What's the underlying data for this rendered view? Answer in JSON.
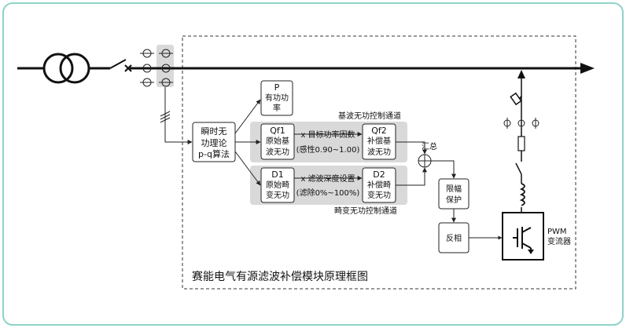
{
  "caption": "赛能电气有源滤波补偿模块原理框图",
  "blocks": {
    "pq": [
      "瞬时无",
      "功理论",
      "p-q算法"
    ],
    "p": [
      "P",
      "有功功",
      "率"
    ],
    "qf1": [
      "Qf1",
      "原始基",
      "波无功"
    ],
    "qf2": [
      "Qf2",
      "补偿基",
      "波无功"
    ],
    "d1": [
      "D1",
      "原始畸",
      "变无功"
    ],
    "d2": [
      "D2",
      "补偿畸",
      "变无功"
    ],
    "limit": [
      "限幅",
      "保护"
    ],
    "invert": "反相",
    "pwm": [
      "PWM",
      "变流器"
    ]
  },
  "labels": {
    "fund_channel": "基波无功控制通道",
    "harm_channel": "畸变无功控制通道",
    "pf_factor": "x 目标功率因数",
    "pf_range": "(感性0.90~1.00)",
    "filter_depth": "x 滤波深度设置",
    "filter_range": "(滤除0%~100%)",
    "sum": "汇总"
  },
  "colors": {
    "frame": "#8fd3c8",
    "band": "#d9d9d9",
    "line": "#222222"
  }
}
